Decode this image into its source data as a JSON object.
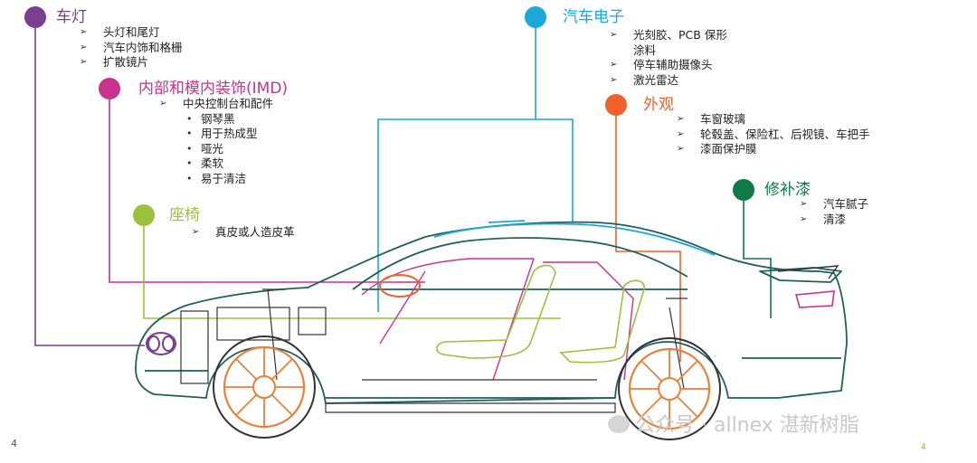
{
  "page_number": "4",
  "page_number_small": "4",
  "watermark": "公众号 · allnex 湛新树脂",
  "categories": {
    "lamps": {
      "title": "车灯",
      "color": "#7a3f8f",
      "items": [
        "头灯和尾灯",
        "汽车内饰和格栅",
        "扩散镜片"
      ]
    },
    "imd": {
      "title": "内部和模内装饰(IMD)",
      "color": "#c8338f",
      "items": [
        "中央控制台和配件"
      ],
      "sub_items": [
        "钢琴黑",
        "用于热成型",
        "哑光",
        "柔软",
        "易于清洁"
      ]
    },
    "seat": {
      "title": "座椅",
      "color": "#9ac23c",
      "items": [
        "真皮或人造皮革"
      ]
    },
    "electronics": {
      "title": "汽车电子",
      "color": "#1ba8d8",
      "items": [
        "光刻胶、PCB 保形",
        "涂料",
        "停车辅助摄像头",
        "激光雷达"
      ]
    },
    "exterior": {
      "title": "外观",
      "color": "#f0602a",
      "items": [
        "车窗玻璃",
        "轮毂盖、保险杠、后视镜、车把手",
        "漆面保护膜"
      ]
    },
    "refinish": {
      "title": "修补漆",
      "color": "#0e7a45",
      "items": [
        "汽车腻子",
        "清漆"
      ]
    }
  },
  "markers": {
    "arrow": "➢",
    "bullet": "•"
  },
  "colors": {
    "car_outline": "#1f5f5f",
    "wheel": "#e8823a",
    "dark_line": "#333333"
  }
}
